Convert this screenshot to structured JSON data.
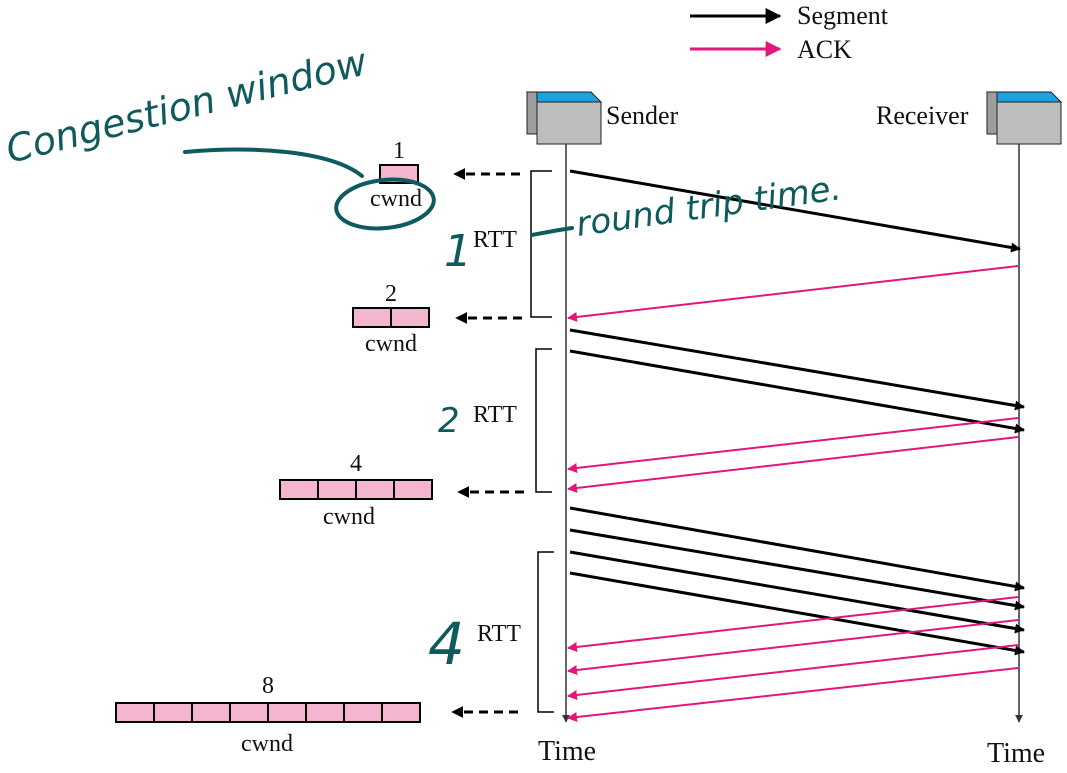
{
  "legend": {
    "segment_label": "Segment",
    "ack_label": "ACK",
    "segment_color": "#000000",
    "ack_color": "#e3157f"
  },
  "hosts": {
    "sender_label": "Sender",
    "receiver_label": "Receiver",
    "sender_time_label": "Time",
    "receiver_time_label": "Time"
  },
  "rounds": [
    {
      "count": "1",
      "cwnd_label": "cwnd",
      "rtt_label": "RTT"
    },
    {
      "count": "2",
      "cwnd_label": "cwnd",
      "rtt_label": "RTT"
    },
    {
      "count": "4",
      "cwnd_label": "cwnd",
      "rtt_label": "RTT"
    },
    {
      "count": "8",
      "cwnd_label": "cwnd"
    }
  ],
  "annotations": {
    "congestion_window": "Congestion window",
    "round_trip_time": "round trip time.",
    "rtt_1": "1",
    "rtt_2": "2",
    "rtt_3": "4"
  },
  "colors": {
    "cwnd_fill": "#f4b6cf",
    "host_top": "#1aa3e0",
    "host_body": "#bdbdbd",
    "handwriting": "#0f5a5d"
  }
}
